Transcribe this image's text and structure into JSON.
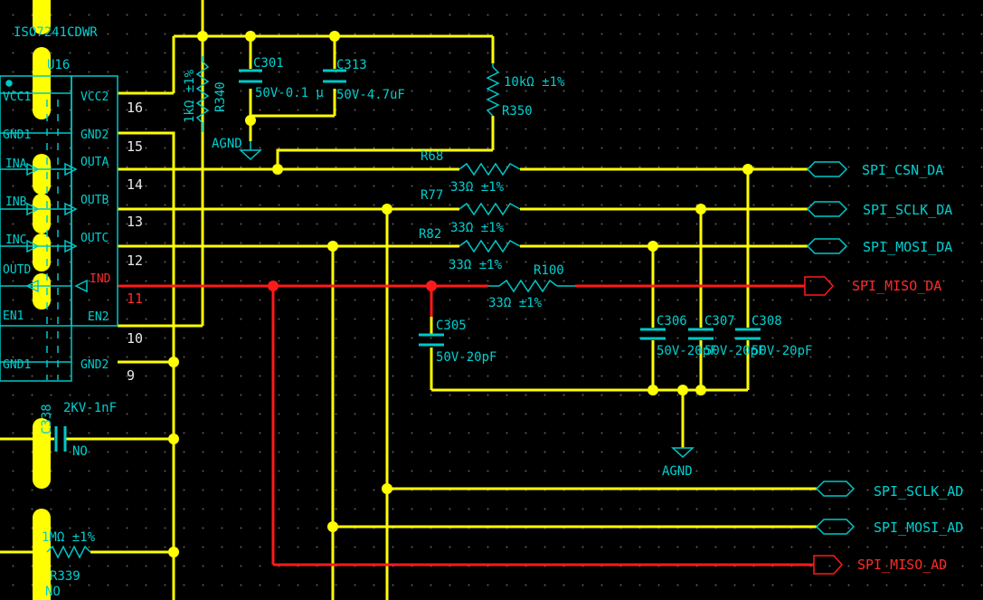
{
  "colors": {
    "background": "#000000",
    "wire": "#ffff00",
    "wire_highlight": "#ff1a1a",
    "component": "#00c8c8",
    "text": "#00d0d0",
    "pin_number": "#e8e8e8",
    "highlight_text": "#ff2a2a"
  },
  "ic": {
    "part": "ISO7241CDWR",
    "ref": "U16",
    "left_pins": [
      "VCC1",
      "GND1",
      "INA",
      "INB",
      "INC",
      "OUTD",
      "EN1",
      "GND1"
    ],
    "right_pins": [
      "VCC2",
      "GND2",
      "OUTA",
      "OUTB",
      "OUTC",
      "IND",
      "EN2",
      "GND2"
    ],
    "right_pin_numbers": [
      "16",
      "15",
      "14",
      "13",
      "12",
      "11",
      "10",
      "9"
    ]
  },
  "resistors": {
    "r340": {
      "ref": "R340",
      "value": "1kΩ ±1%"
    },
    "r350": {
      "ref": "R350",
      "value": "10kΩ ±1%"
    },
    "r68": {
      "ref": "R68",
      "value": "33Ω ±1%"
    },
    "r77": {
      "ref": "R77",
      "value": "33Ω ±1%"
    },
    "r82": {
      "ref": "R82",
      "value": "33Ω ±1%"
    },
    "r100": {
      "ref": "R100",
      "value": "33Ω ±1%"
    },
    "r339": {
      "ref": "R339",
      "value": "1MΩ ±1%",
      "note": "NO"
    }
  },
  "capacitors": {
    "c301": {
      "ref": "C301",
      "value": "50V-0.1 μ"
    },
    "c313": {
      "ref": "C313",
      "value": "50V-4.7uF"
    },
    "c305": {
      "ref": "C305",
      "value": "50V-20pF"
    },
    "c306": {
      "ref": "C306",
      "value": "50V-20pF"
    },
    "c307": {
      "ref": "C307",
      "value": "50V-20pF"
    },
    "c308": {
      "ref": "C308",
      "value": "50V-20pF"
    },
    "c338": {
      "ref": "C338",
      "value": "2KV-1nF",
      "note": "NO"
    }
  },
  "grounds": {
    "top": "AGND",
    "bottom": "AGND"
  },
  "ports": {
    "spi_csn_da": "SPI_CSN_DA",
    "spi_sclk_da": "SPI_SCLK_DA",
    "spi_mosi_da": "SPI_MOSI_DA",
    "spi_miso_da": "SPI_MISO_DA",
    "spi_sclk_ad": "SPI_SCLK_AD",
    "spi_mosi_ad": "SPI_MOSI_AD",
    "spi_miso_ad": "SPI_MISO_AD"
  }
}
